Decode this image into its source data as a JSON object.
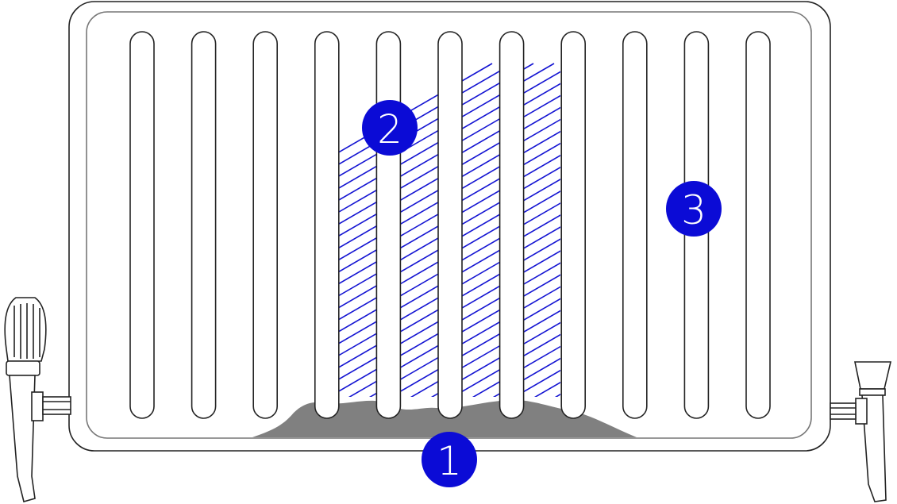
{
  "diagram": {
    "colors": {
      "outline": "#222222",
      "hatch": "#1414d2",
      "sludge": "#808080",
      "badge": "#0b0bd6",
      "badge_text": "#ffffff"
    },
    "badges": [
      {
        "label": "1"
      },
      {
        "label": "2"
      },
      {
        "label": "3"
      }
    ]
  }
}
